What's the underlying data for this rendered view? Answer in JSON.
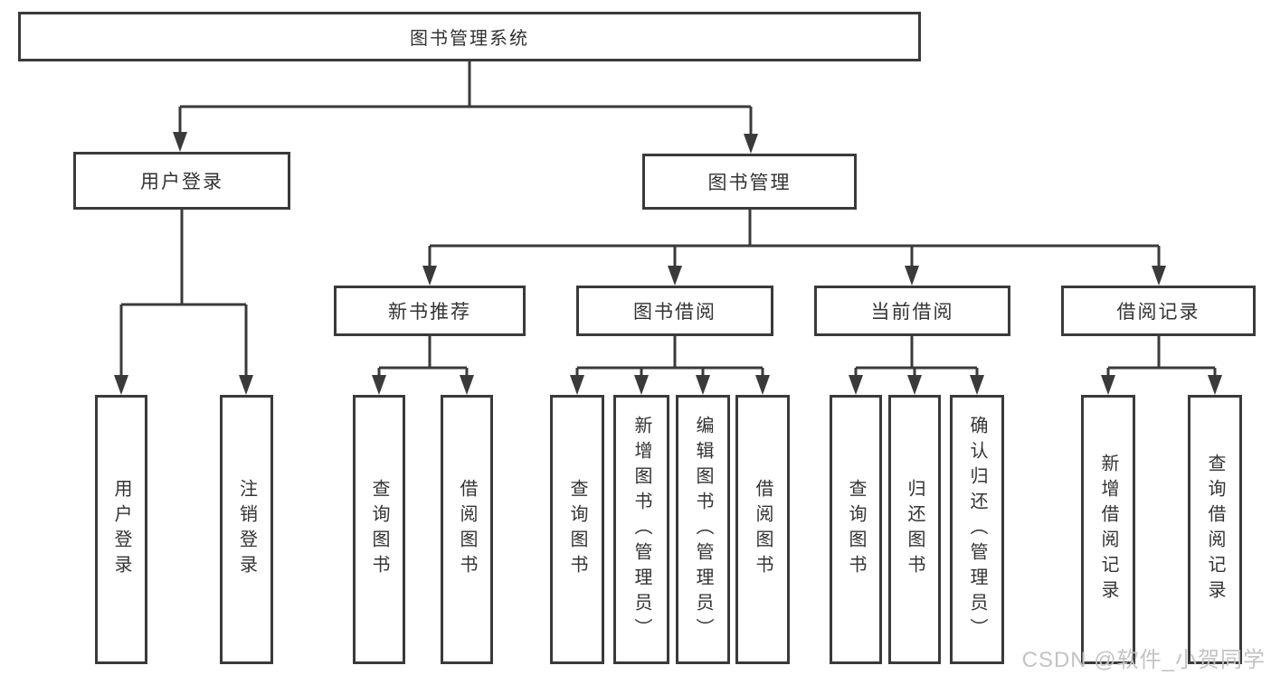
{
  "colors": {
    "line": "#3a3a3a",
    "box_border": "#3a3a3a",
    "text": "#333333",
    "background": "#ffffff",
    "watermark": "#c3c3c3"
  },
  "tree": {
    "root": {
      "label": "图书管理系统",
      "children": [
        {
          "label": "用户登录",
          "children": [
            {
              "label": "用户登录"
            },
            {
              "label": "注销登录"
            }
          ]
        },
        {
          "label": "图书管理",
          "children": [
            {
              "label": "新书推荐",
              "children": [
                {
                  "label": "查询图书"
                },
                {
                  "label": "借阅图书"
                }
              ]
            },
            {
              "label": "图书借阅",
              "children": [
                {
                  "label": "查询图书"
                },
                {
                  "label": "新增图书（管理员）"
                },
                {
                  "label": "编辑图书（管理员）"
                },
                {
                  "label": "借阅图书"
                }
              ]
            },
            {
              "label": "当前借阅",
              "children": [
                {
                  "label": "查询图书"
                },
                {
                  "label": "归还图书"
                },
                {
                  "label": "确认归还（管理员）"
                }
              ]
            },
            {
              "label": "借阅记录",
              "children": [
                {
                  "label": "新增借阅记录"
                },
                {
                  "label": "查询借阅记录"
                }
              ]
            }
          ]
        }
      ]
    }
  },
  "watermark": {
    "text": "CSDN @软件_小贺同学"
  }
}
